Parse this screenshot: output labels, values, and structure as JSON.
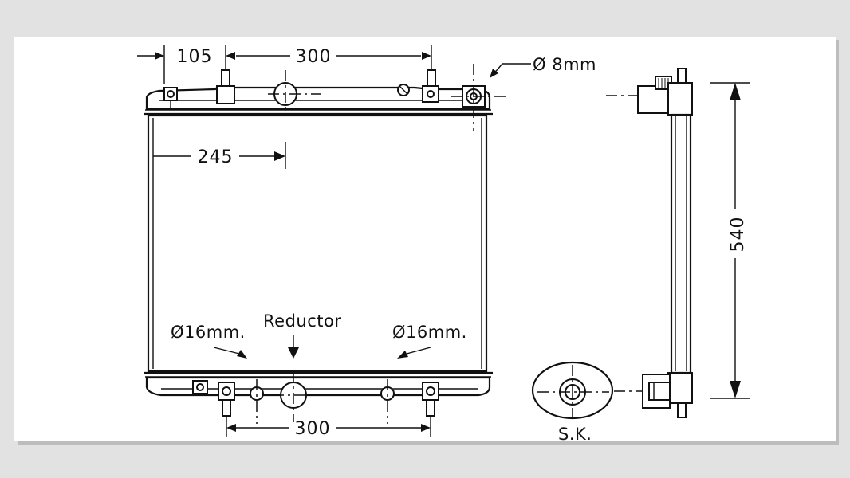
{
  "diagram": {
    "dimensions": {
      "left_offset": "105",
      "top_span": "300",
      "inlet_offset": "245",
      "bottom_span": "300",
      "height": "540"
    },
    "callouts": {
      "sensor": "Ø 8mm",
      "left_outlet": "Ø16mm.",
      "right_outlet": "Ø16mm.",
      "reductor": "Reductor",
      "section_detail": "S.K."
    },
    "colors": {
      "line": "#111111",
      "background": "#ffffff",
      "frame": "#e2e2e2"
    }
  }
}
